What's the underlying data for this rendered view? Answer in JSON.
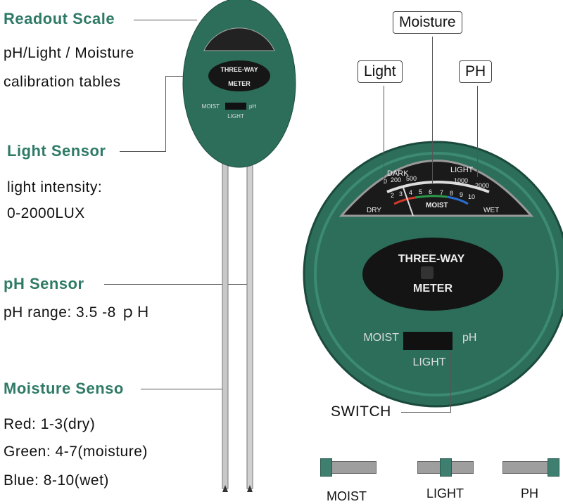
{
  "left": {
    "readout_title": "Readout Scale",
    "readout_desc": [
      "pH/Light / Moisture",
      "calibration tables"
    ],
    "light_title": "Light Sensor",
    "light_desc": [
      "light intensity:",
      "0-2000LUX"
    ],
    "ph_title": "pH Sensor",
    "ph_desc": "pH range: 3.5 -8 ｐＨ",
    "moisture_title": "Moisture Senso",
    "moisture_desc": [
      "Red: 1-3(dry)",
      "Green: 4-7(moisture)",
      "Blue: 8-10(wet)"
    ]
  },
  "meter": {
    "brand": [
      "THREE-WAY",
      "METER"
    ],
    "dial": {
      "dark": "DARK",
      "light": "LIGHT",
      "light_scale": [
        "0",
        "200",
        "500",
        "1000",
        "2000"
      ],
      "moist": "MOIST",
      "moist_scale": [
        "2",
        "3",
        "4",
        "5",
        "6",
        "7",
        "8",
        "9",
        "10"
      ],
      "dry": "DRY",
      "wet": "WET"
    },
    "switch_labels": {
      "moist": "MOIST",
      "ph": "pH",
      "light": "LIGHT"
    }
  },
  "callouts": {
    "moisture": "Moisture",
    "light": "Light",
    "ph": "PH",
    "switch": "SWITCH"
  },
  "switch_positions": [
    {
      "label": "MOIST",
      "knob_position": 0
    },
    {
      "label": "LIGHT",
      "knob_position": 0.5
    },
    {
      "label": "PH",
      "knob_position": 1
    }
  ],
  "colors": {
    "teal": "#2f7a66",
    "meter_green": "#2c6e5a",
    "red": "#d23a2a",
    "green": "#2a9a4a",
    "blue": "#2a6fd0"
  }
}
